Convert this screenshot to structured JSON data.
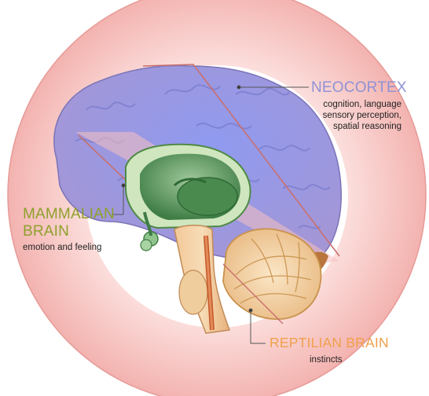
{
  "labels": {
    "neocortex": {
      "title": "NEOCORTEX",
      "desc": [
        "cognition, language",
        "sensory perception,",
        "spatial reasoning"
      ]
    },
    "mammalian": {
      "title_lines": [
        "MAMMALIAN",
        "BRAIN"
      ],
      "desc": "emotion and feeling"
    },
    "reptilian": {
      "title": "REPTILIAN BRAIN",
      "desc": "instincts"
    }
  },
  "colors": {
    "neocortex_title": "#8e92d6",
    "mammalian_title": "#8ea12c",
    "reptilian_title": "#f0a04b",
    "ring_pink": "#f6c5c2",
    "cortex_outer": "#a99ad4",
    "cortex_inner": "#9ea8ee",
    "limbic_green": "#5ea04a",
    "cerebellum": "#f5d6a8"
  }
}
